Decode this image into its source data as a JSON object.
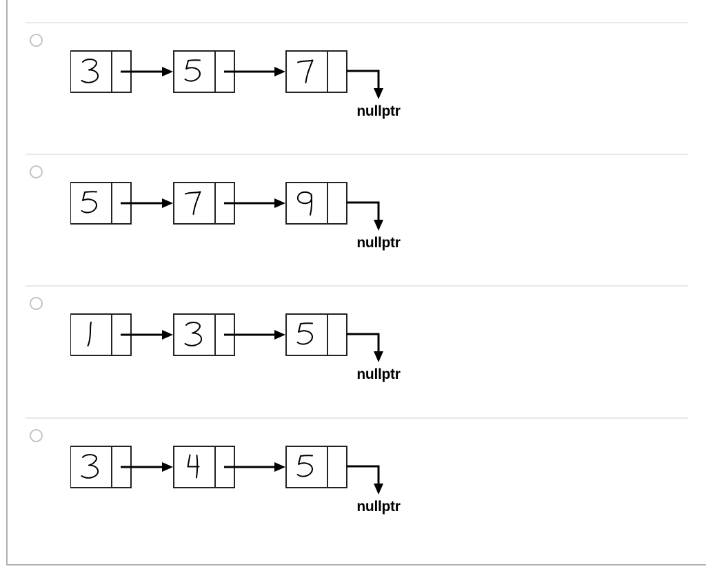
{
  "page": {
    "background": "#ffffff",
    "card_border_color": "#b0b0b0",
    "divider_color": "#e9e9e9",
    "box_stroke_color": "#222222",
    "ink_color": "#000000",
    "radio_border_color": "#c4c4c4"
  },
  "quiz": {
    "options": [
      {
        "node_values": [
          "3",
          "5",
          "7"
        ],
        "terminator_label": "nullptr",
        "selected": false
      },
      {
        "node_values": [
          "5",
          "7",
          "9"
        ],
        "terminator_label": "nullptr",
        "selected": false
      },
      {
        "node_values": [
          "1",
          "3",
          "5"
        ],
        "terminator_label": "nullptr",
        "selected": false
      },
      {
        "node_values": [
          "3",
          "4",
          "5"
        ],
        "terminator_label": "nullptr",
        "selected": false
      }
    ]
  }
}
